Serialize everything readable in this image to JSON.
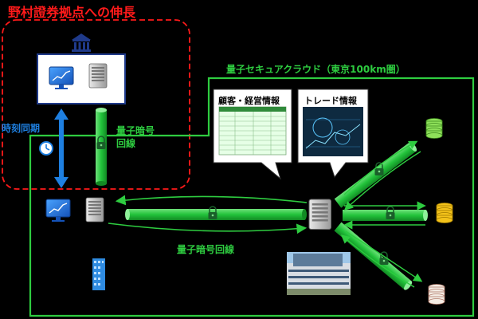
{
  "title": "野村證券拠点への伸長",
  "cloud_label": "量子セキュアクラウド（東京100km圏）",
  "sync_label": "時刻同期",
  "link_label_top": [
    "量子暗号",
    "回線"
  ],
  "link_label_mid": "量子暗号回線",
  "callouts": [
    {
      "label": "顧客・経営情報"
    },
    {
      "label": "トレード情報"
    }
  ],
  "colors": {
    "background": "#000000",
    "accent_red": "#ff1a1a",
    "cloud_green": "#2ecc40",
    "pipe_green": "#22c33b",
    "sync_blue": "#1e7fe0",
    "frame_navy": "#1f3a8a"
  },
  "icons": [
    "bank-icon",
    "monitor-icon",
    "server-icon",
    "clock-icon",
    "lock-icon",
    "building-icon",
    "database-icon"
  ]
}
